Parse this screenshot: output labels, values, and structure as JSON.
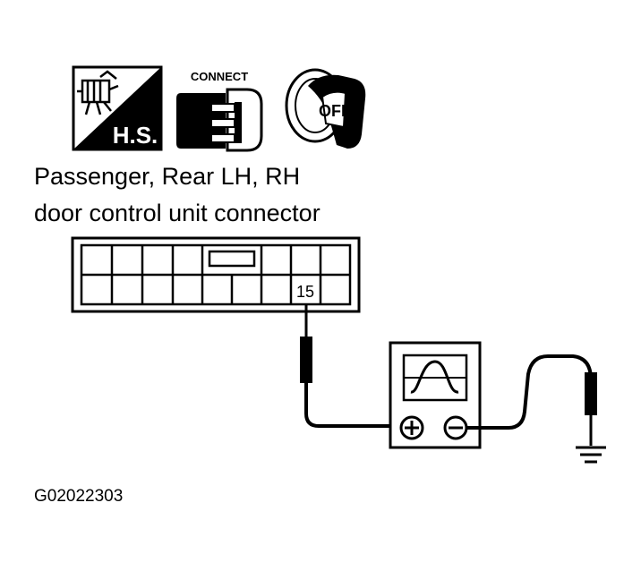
{
  "icons": {
    "harness_label": "H.S.",
    "connect_label": "CONNECT",
    "ignition_label": "OFF"
  },
  "caption": {
    "line1": "Passenger, Rear LH, RH",
    "line2": "door control unit connector"
  },
  "connector": {
    "terminal_label": "15"
  },
  "figure_code": "G02022303"
}
